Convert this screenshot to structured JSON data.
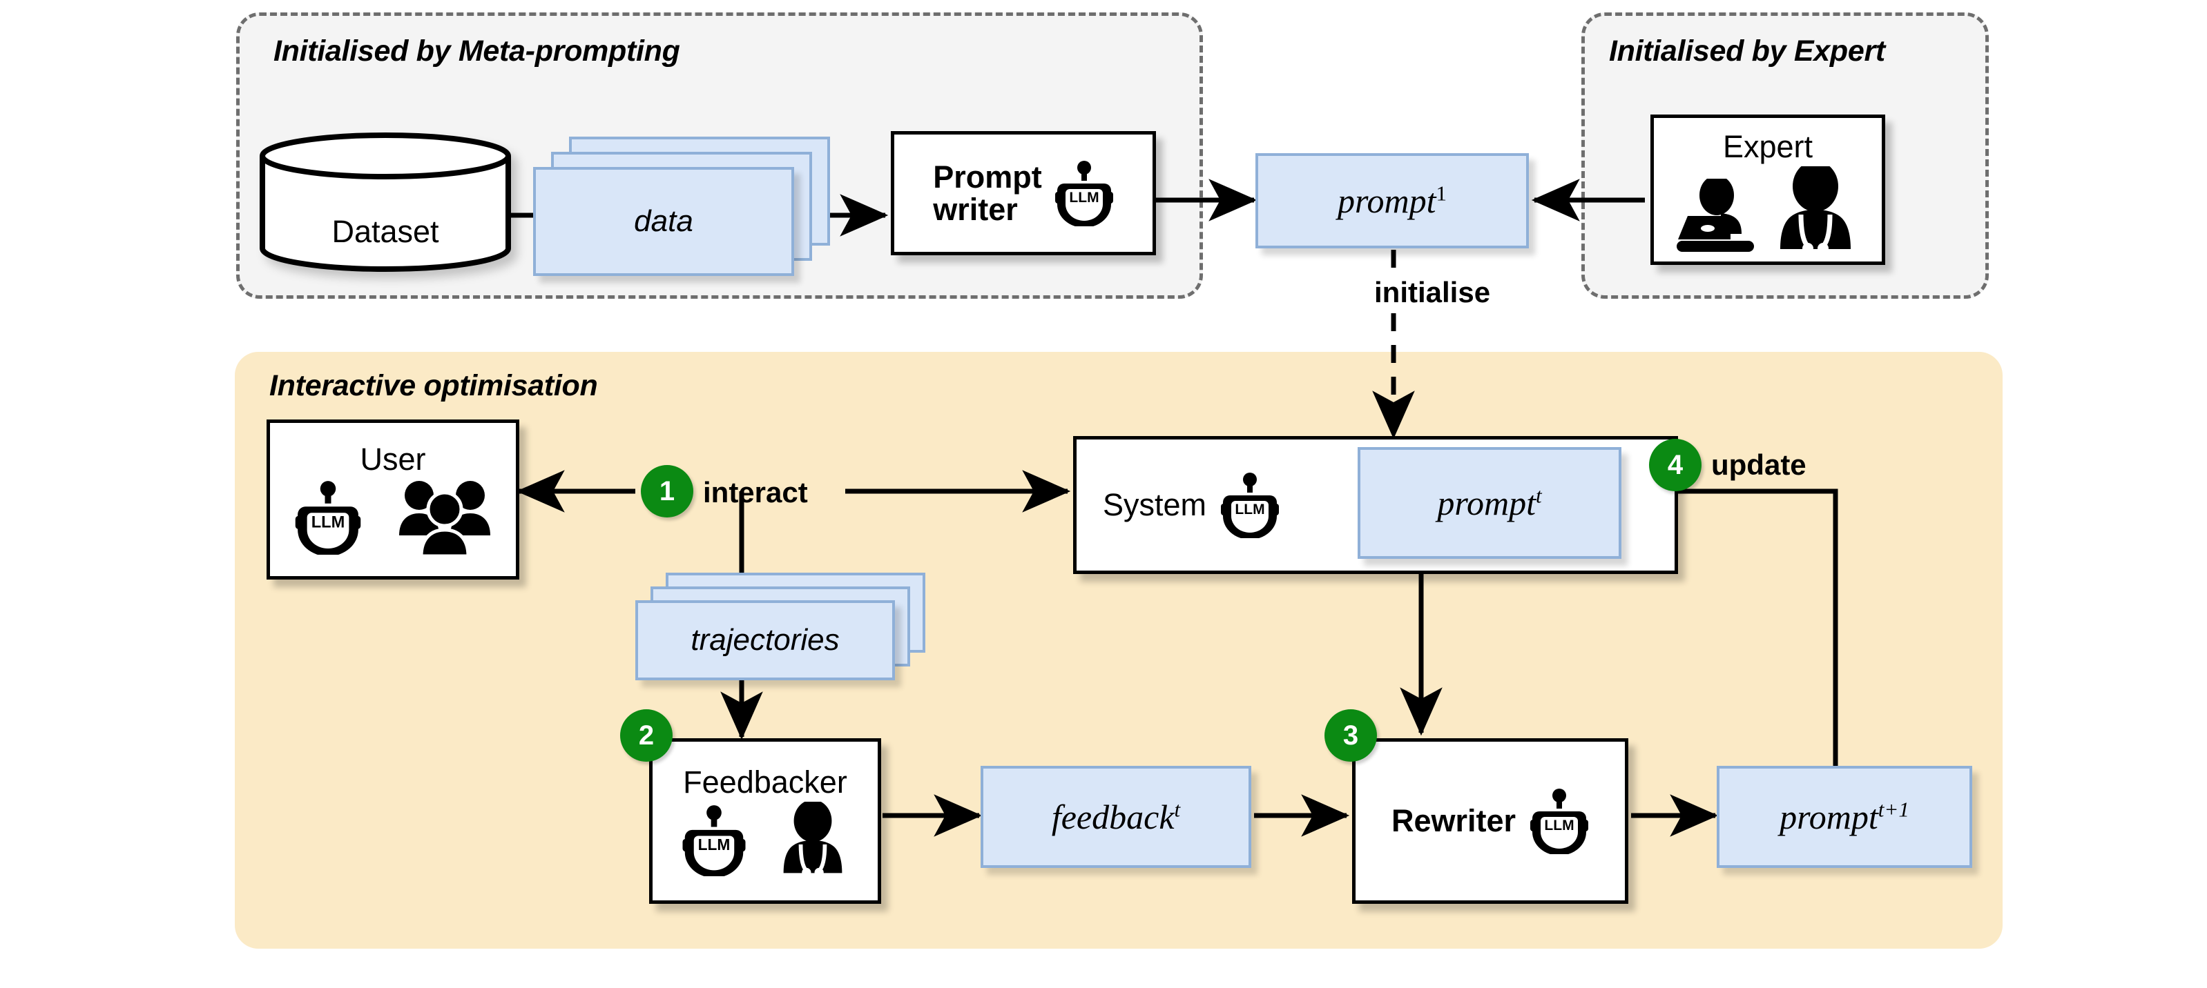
{
  "panels": {
    "meta_prompting": {
      "title": "Initialised by Meta-prompting"
    },
    "expert": {
      "title": "Initialised by Expert"
    },
    "interactive": {
      "title": "Interactive optimisation"
    }
  },
  "nodes": {
    "dataset": {
      "label": "Dataset",
      "icon": "database-cylinder-icon"
    },
    "data": {
      "label": "data",
      "kind": "stacked-data-cards"
    },
    "prompt_writer": {
      "line1": "Prompt",
      "line2": "writer",
      "icon": "llm-robot-icon"
    },
    "prompt1": {
      "base": "prompt",
      "sup": "1"
    },
    "expert": {
      "label": "Expert",
      "icons": [
        "person-at-laptop-icon",
        "doctor-stethoscope-icon"
      ]
    },
    "user": {
      "label": "User",
      "icons": [
        "llm-robot-icon",
        "people-group-icon"
      ]
    },
    "system": {
      "label": "System",
      "icon": "llm-robot-icon"
    },
    "prompt_t": {
      "base": "prompt",
      "sup": "t"
    },
    "trajectories": {
      "label": "trajectories",
      "kind": "stacked-data-cards"
    },
    "feedbacker": {
      "label": "Feedbacker",
      "icons": [
        "llm-robot-icon",
        "doctor-stethoscope-icon"
      ]
    },
    "feedback_t": {
      "base": "feedback",
      "sup": "t"
    },
    "rewriter": {
      "label": "Rewriter",
      "icon": "llm-robot-icon"
    },
    "prompt_t1": {
      "base": "prompt",
      "sup": "t+1"
    }
  },
  "edges": {
    "initialise": {
      "label": "initialise",
      "style": "dashed"
    },
    "step1": {
      "number": "1",
      "label": "interact"
    },
    "step2": {
      "number": "2",
      "label": ""
    },
    "step3": {
      "number": "3",
      "label": ""
    },
    "step4": {
      "number": "4",
      "label": "update"
    }
  },
  "icon_text": {
    "llm": "LLM"
  },
  "colors": {
    "blue_fill": "#d9e6f8",
    "blue_stroke": "#8fb0d8",
    "yellow_panel": "#fbeac6",
    "gray_panel": "#f4f4f4",
    "gray_dash": "#6e6e6e",
    "green_badge": "#0b8a13",
    "stroke": "#000000"
  }
}
